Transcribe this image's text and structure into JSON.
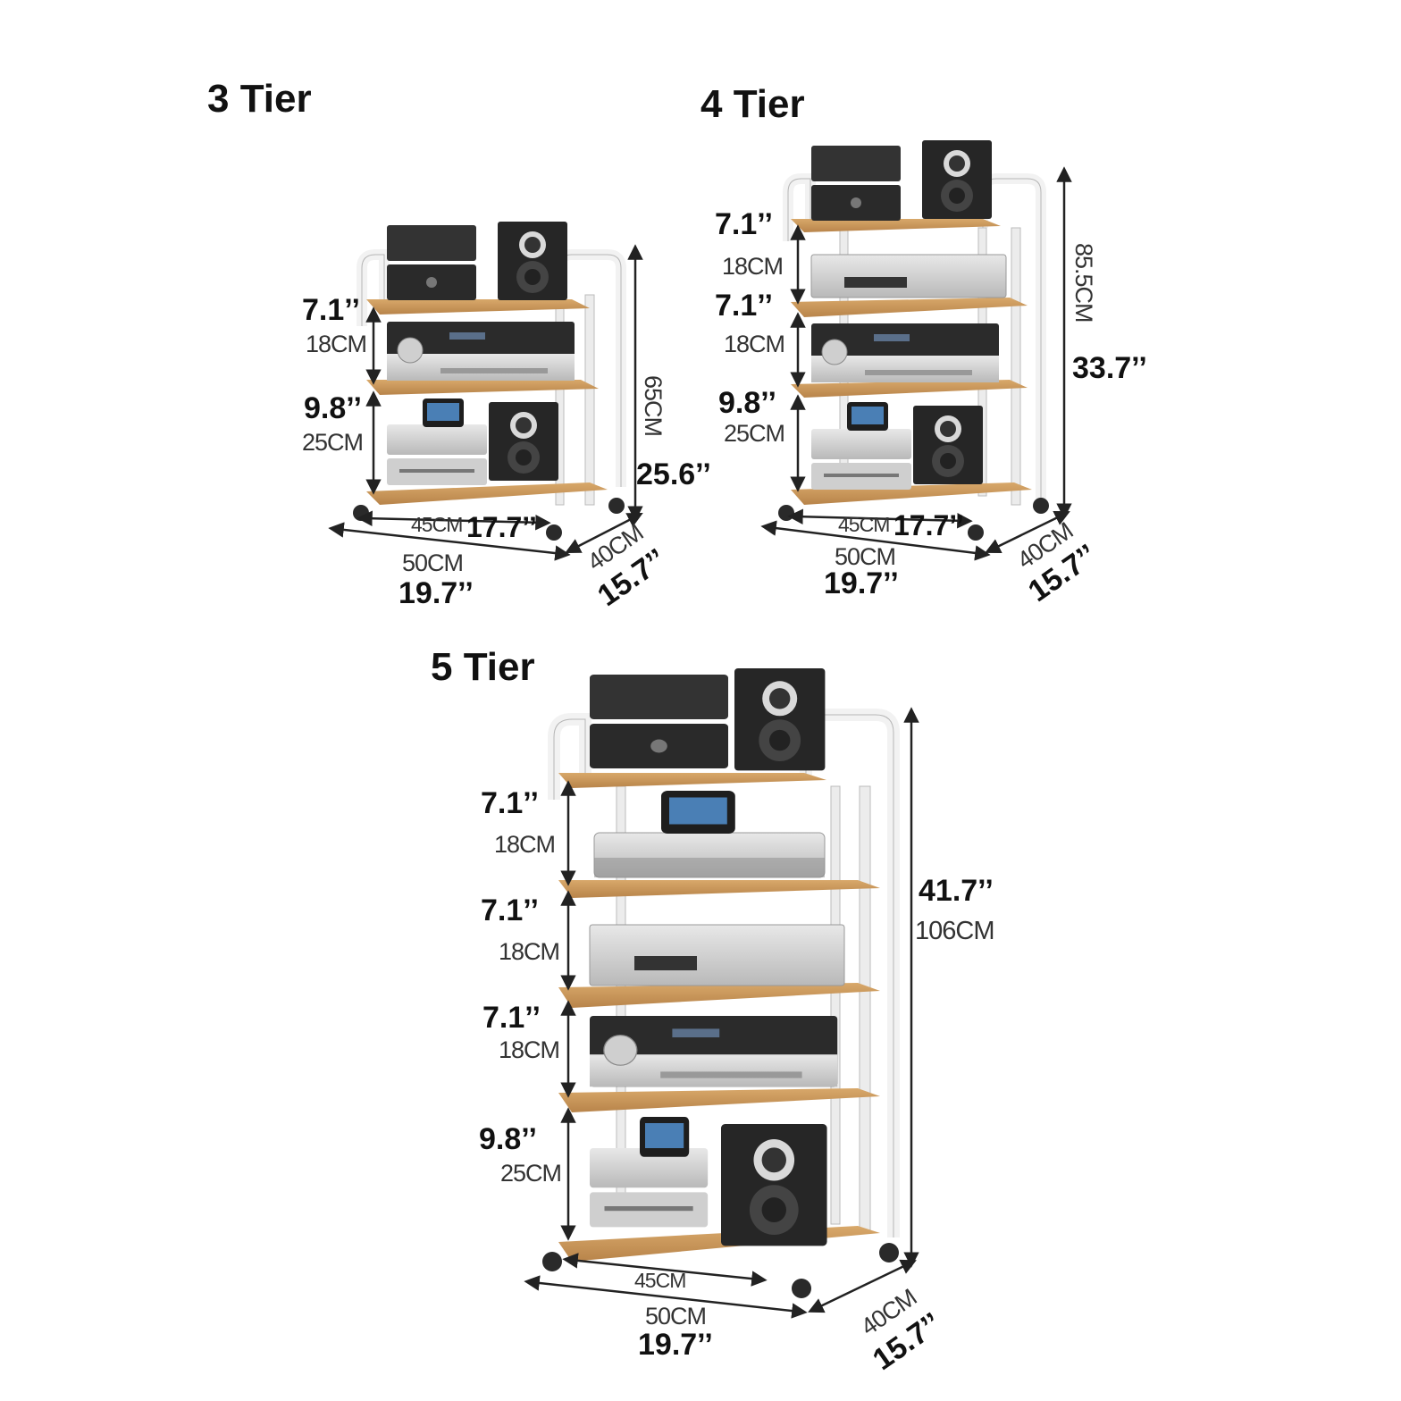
{
  "racks": {
    "tier3": {
      "title": "3 Tier",
      "gap_top_in": "7.1’’",
      "gap_top_cm": "18CM",
      "gap_bottom_in": "9.8’’",
      "gap_bottom_cm": "25CM",
      "height_cm": "65CM",
      "height_in": "25.6’’",
      "inner_width_cm": "45CM",
      "inner_width_in": "17.7’’",
      "width_cm": "50CM",
      "width_in": "19.7’’",
      "depth_cm": "40CM",
      "depth_in": "15.7’’"
    },
    "tier4": {
      "title": "4 Tier",
      "gap1_in": "7.1’’",
      "gap1_cm": "18CM",
      "gap2_in": "7.1’’",
      "gap2_cm": "18CM",
      "gap_bottom_in": "9.8’’",
      "gap_bottom_cm": "25CM",
      "height_cm": "85.5CM",
      "height_in": "33.7’’",
      "inner_width_cm": "45CM",
      "inner_width_in": "17.7’’",
      "width_cm": "50CM",
      "width_in": "19.7’’",
      "depth_cm": "40CM",
      "depth_in": "15.7’’"
    },
    "tier5": {
      "title": "5 Tier",
      "gap1_in": "7.1’’",
      "gap1_cm": "18CM",
      "gap2_in": "7.1’’",
      "gap2_cm": "18CM",
      "gap3_in": "7.1’’",
      "gap3_cm": "18CM",
      "gap_bottom_in": "9.8’’",
      "gap_bottom_cm": "25CM",
      "height_in": "41.7’’",
      "height_cm": "106CM",
      "inner_width_cm": "45CM",
      "width_cm": "50CM",
      "width_in": "19.7’’",
      "depth_cm": "40CM",
      "depth_in": "15.7’’"
    }
  },
  "colors": {
    "wood": "#c8965a",
    "frame": "#f2f2f2",
    "frame_edge": "#b5b5b5",
    "device_dark": "#2b2b2b",
    "device_silver": "#d4d4d4",
    "dimension_line": "#222222"
  }
}
